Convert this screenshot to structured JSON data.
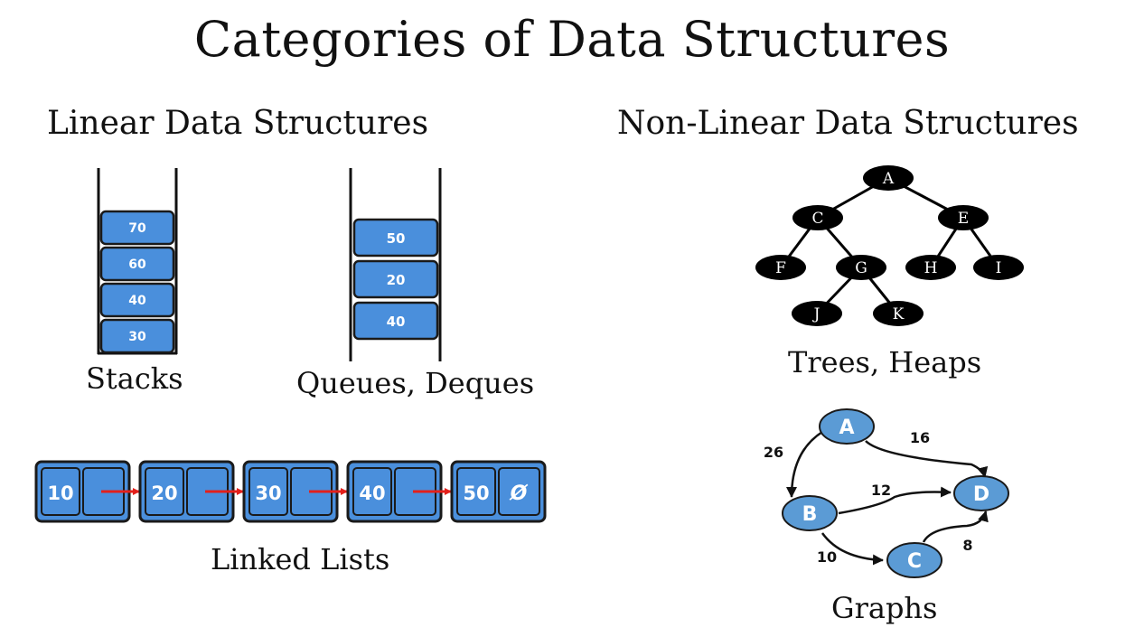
{
  "title": "Categories of Data Structures",
  "linear": {
    "heading": "Linear Data Structures",
    "stack": {
      "caption": "Stacks",
      "items": [
        "70",
        "60",
        "40",
        "30"
      ]
    },
    "queue": {
      "caption": "Queues, Deques",
      "items": [
        "50",
        "20",
        "40"
      ]
    },
    "linked_list": {
      "caption": "Linked Lists",
      "nodes": [
        "10",
        "20",
        "30",
        "40",
        "50"
      ],
      "null_symbol": "Ø"
    }
  },
  "nonlinear": {
    "heading": "Non-Linear Data Structures",
    "tree": {
      "caption": "Trees, Heaps",
      "nodes": [
        "A",
        "C",
        "E",
        "F",
        "G",
        "H",
        "I",
        "J",
        "K"
      ],
      "edges": [
        [
          "A",
          "C"
        ],
        [
          "A",
          "E"
        ],
        [
          "C",
          "F"
        ],
        [
          "C",
          "G"
        ],
        [
          "E",
          "H"
        ],
        [
          "E",
          "I"
        ],
        [
          "G",
          "J"
        ],
        [
          "G",
          "K"
        ]
      ]
    },
    "graph": {
      "caption": "Graphs",
      "nodes": [
        "A",
        "B",
        "C",
        "D"
      ],
      "edges": [
        {
          "from": "A",
          "to": "B",
          "weight": "26"
        },
        {
          "from": "A",
          "to": "D",
          "weight": "16"
        },
        {
          "from": "B",
          "to": "D",
          "weight": "12"
        },
        {
          "from": "B",
          "to": "C",
          "weight": "10"
        },
        {
          "from": "C",
          "to": "D",
          "weight": "8"
        }
      ]
    }
  },
  "colors": {
    "cell_fill": "#4a8fdc",
    "cell_stroke": "#1a1a1a",
    "arrow": "#e3201b",
    "tree_node": "#000000",
    "graph_node": "#5b9bd5"
  }
}
